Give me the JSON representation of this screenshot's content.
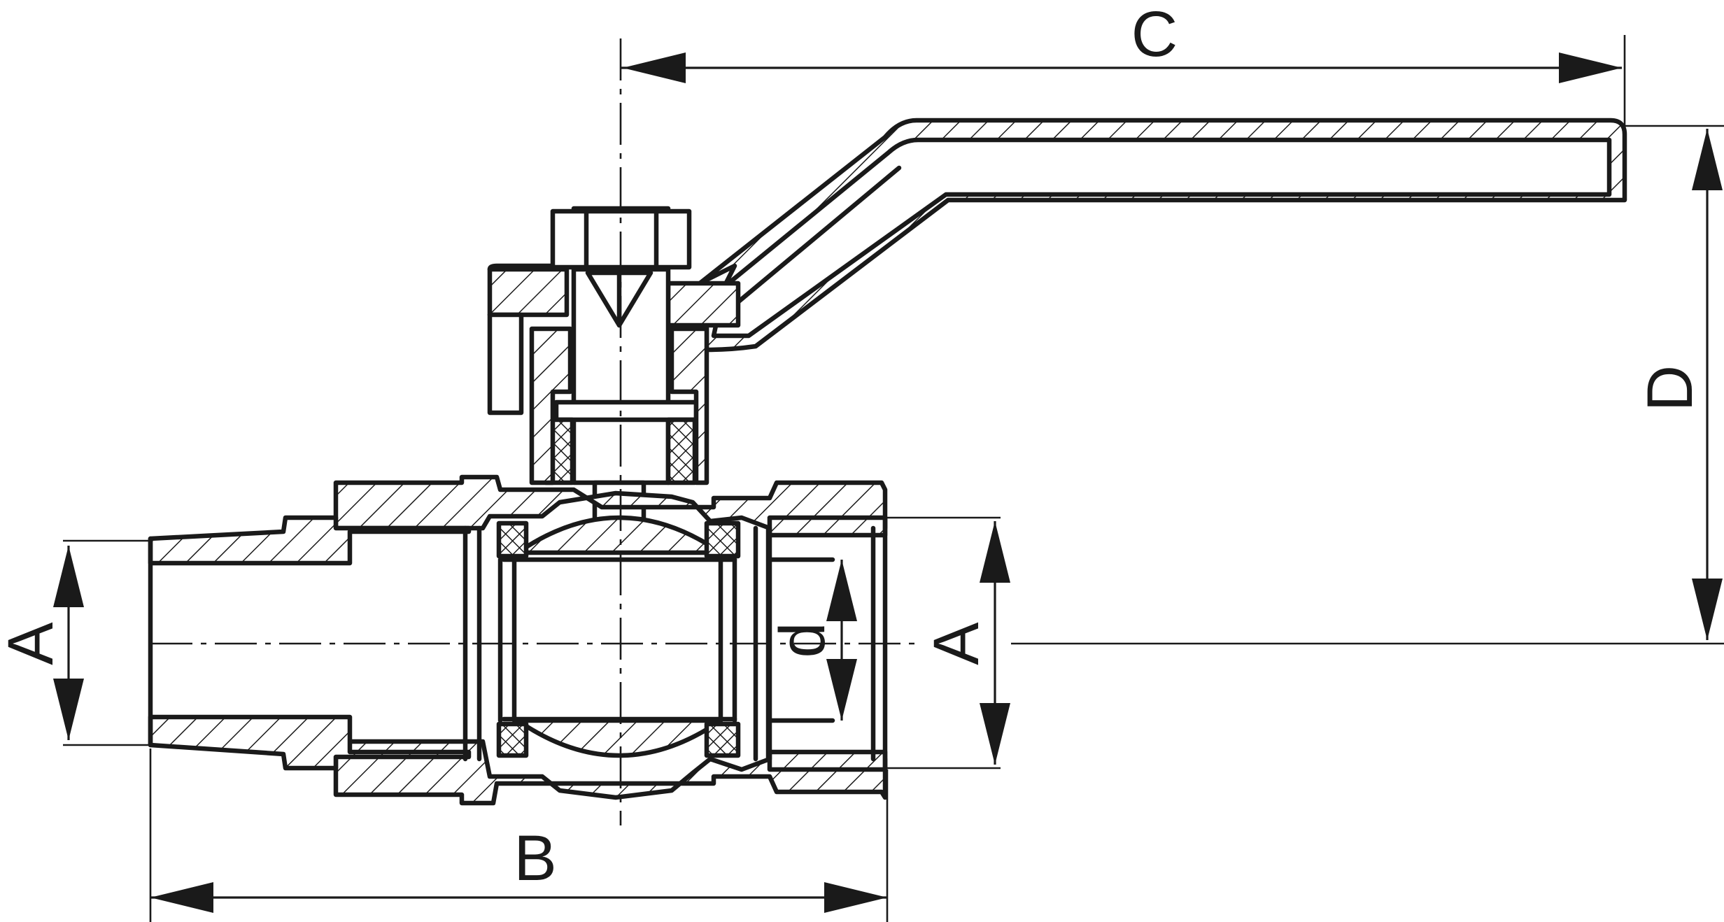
{
  "dimensions": {
    "a_left": "A",
    "a_right": "A",
    "b": "B",
    "c": "C",
    "d_upper": "D",
    "d_lower": "d"
  },
  "colors": {
    "ink": "#1a1a1a",
    "background": "#ffffff"
  }
}
